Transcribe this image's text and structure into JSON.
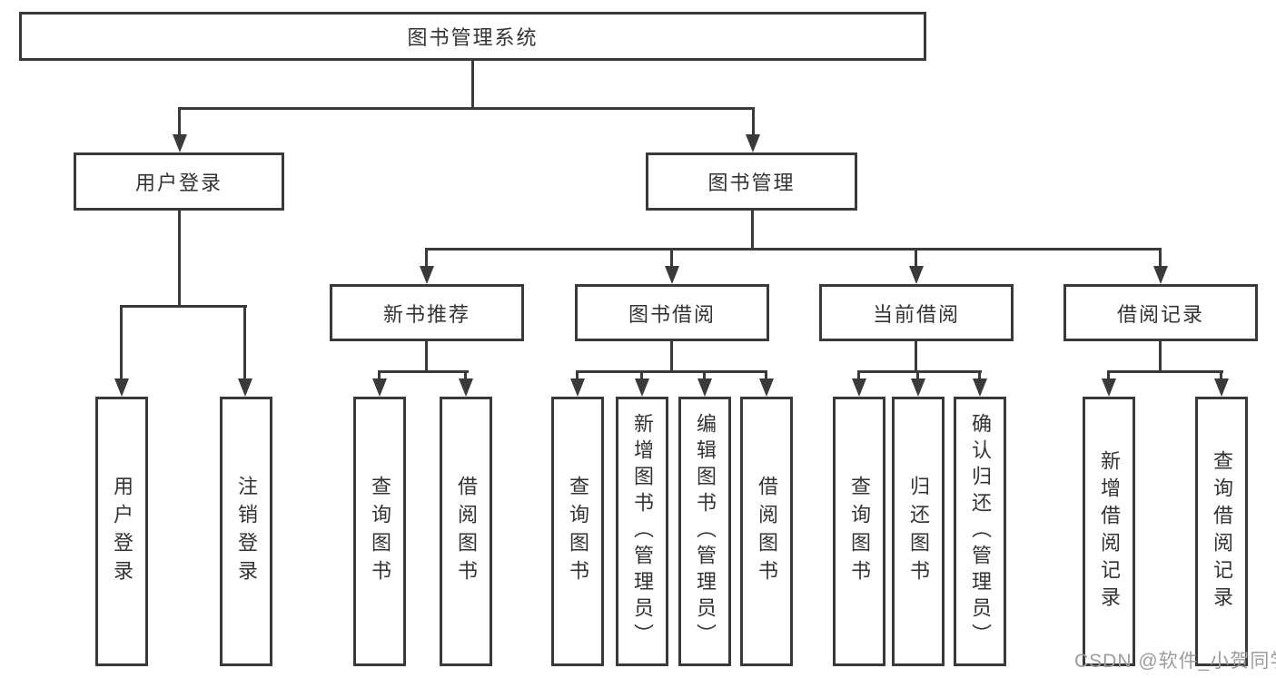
{
  "tree": {
    "root": {
      "label": "图书管理系统",
      "children": [
        {
          "label": "用户登录",
          "children": [
            {
              "label": "用户登录"
            },
            {
              "label": "注销登录"
            }
          ]
        },
        {
          "label": "图书管理",
          "children": [
            {
              "label": "新书推荐",
              "children": [
                {
                  "label": "查询图书"
                },
                {
                  "label": "借阅图书"
                }
              ]
            },
            {
              "label": "图书借阅",
              "children": [
                {
                  "label": "查询图书"
                },
                {
                  "label": "新增图书（管理员）"
                },
                {
                  "label": "编辑图书（管理员）"
                },
                {
                  "label": "借阅图书"
                }
              ]
            },
            {
              "label": "当前借阅",
              "children": [
                {
                  "label": "查询图书"
                },
                {
                  "label": "归还图书"
                },
                {
                  "label": "确认归还（管理员）"
                }
              ]
            },
            {
              "label": "借阅记录",
              "children": [
                {
                  "label": "新增借阅记录"
                },
                {
                  "label": "查询借阅记录"
                }
              ]
            }
          ]
        }
      ]
    }
  },
  "watermark": "CSDN @软件_小贺同学",
  "colors": {
    "line": "#3a3a3a",
    "text": "#333333",
    "watermark": "#9c9c9c",
    "background": "#ffffff"
  }
}
